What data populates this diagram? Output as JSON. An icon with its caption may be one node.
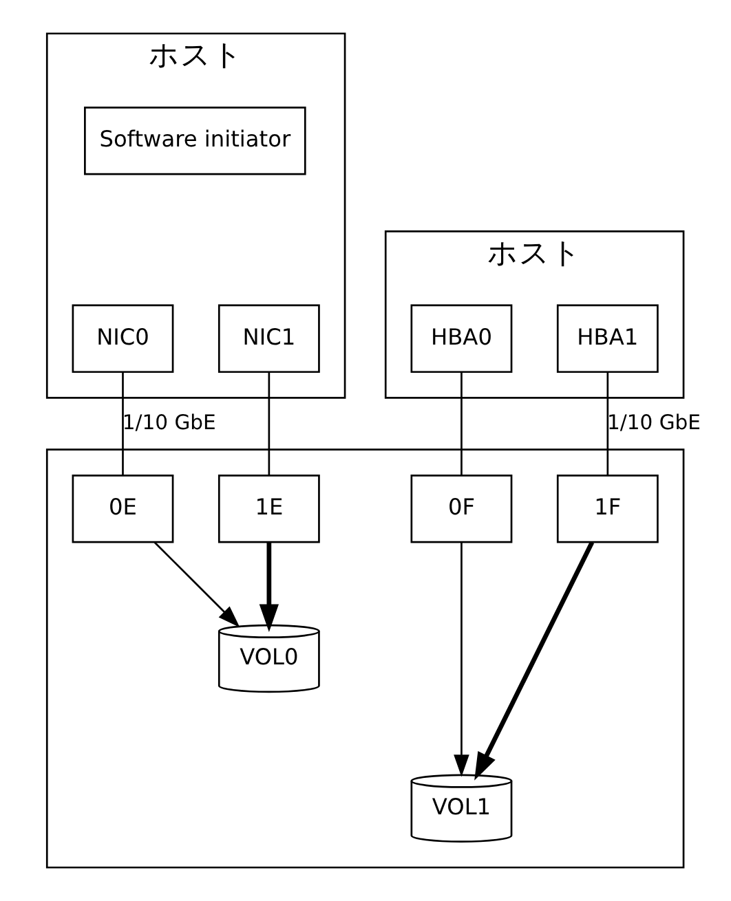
{
  "diagram": {
    "nodes": [
      {
        "text": [
          "ホスト"
        ]
      },
      {
        "text": [
          "Software initiator"
        ],
        "in": 0
      },
      {
        "text": [
          "NIC0"
        ],
        "in": 0
      },
      {
        "text": [
          "NIC1"
        ],
        "in": 0
      },
      {
        "text": [
          "ホスト"
        ]
      },
      {
        "text": [
          "HBA0"
        ],
        "in": 4
      },
      {
        "text": [
          "HBA1"
        ],
        "in": 4
      },
      {
        "text": [],
        "shape": "box"
      },
      {
        "text": [
          "0E"
        ],
        "in": 7
      },
      {
        "text": [
          "0F"
        ],
        "in": 7
      },
      {
        "text": [
          "1E"
        ],
        "in": 7
      },
      {
        "text": [
          "1F"
        ],
        "in": 7
      },
      {
        "text": [
          "VOL0"
        ],
        "in": 7
      },
      {
        "text": [
          "VOL1"
        ],
        "in": 7
      }
    ],
    "edges": [
      {
        "from": 2,
        "to": 8,
        "arrow": "none",
        "label": "1/10 GbE"
      },
      {
        "from": 3,
        "to": 10,
        "arrow": "none"
      },
      {
        "from": 5,
        "to": 9,
        "arrow": "none"
      },
      {
        "from": 6,
        "to": 11,
        "arrow": "none",
        "label": "1/10 GbE"
      },
      {
        "from": 8,
        "to": 12,
        "arrow": "to"
      },
      {
        "from": 10,
        "to": 12,
        "arrow": "to",
        "style": "thick"
      },
      {
        "from": 9,
        "to": 13,
        "arrow": "to"
      },
      {
        "from": 11,
        "to": 13,
        "arrow": "to",
        "style": "thick"
      }
    ]
  }
}
